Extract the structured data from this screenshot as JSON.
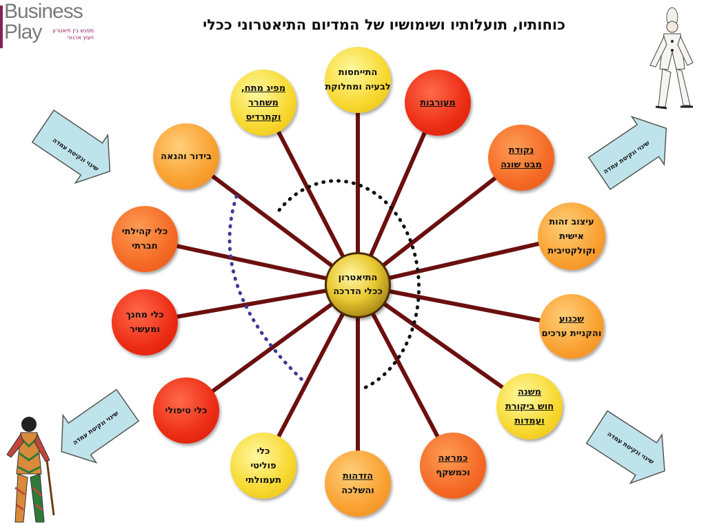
{
  "logo": {
    "line1": "Business",
    "line2": "Play",
    "sub": "מפגש בין תיאטרון ויעוץ ארגוני"
  },
  "title": "כוחותיו, תועלותיו ושימושיו של המדיום התיאטרוני ככלי",
  "center": "התיאטרון\nככלי הדרכה",
  "nodes": [
    {
      "label": "התייחסות\nלבעיה ומחלוקת",
      "underline": false
    },
    {
      "label": "מעורבות",
      "underline": true
    },
    {
      "label": "נקודת\nמבט שונה",
      "underline": true
    },
    {
      "label": "עיצוב זהות\nאישית\nוקולקטיבית",
      "underline": false
    },
    {
      "label": "שכנוע\nוהקניית ערכים",
      "underline": "first"
    },
    {
      "label": "משנה\nחוש ביקורת\nועמדות",
      "underline": true
    },
    {
      "label": "כמראה\nוכמשקף",
      "underline": "first"
    },
    {
      "label": "הזדהות\nוהשלכה",
      "underline": "first"
    },
    {
      "label": "כלי\nפוליטי\nתעמולתי",
      "underline": false
    },
    {
      "label": "כלי טיפולי",
      "underline": false
    },
    {
      "label": "כלי מחנך\nומעשיר",
      "underline": false
    },
    {
      "label": "כלי קהילתי\nחברתי",
      "underline": false
    },
    {
      "label": "בידור והנאה",
      "underline": false
    },
    {
      "label": "מפיג מתח,\nמשחרר\nוקתרדיס",
      "underline": true
    }
  ],
  "arrows": {
    "top_left": "שינוי ונקיטת עמדה",
    "top_right": "שינוי ונקיטת עמדה",
    "bottom_left": "שינוי ונקיטת עמדה",
    "bottom_right": "שינוי ונקיטת עמדה"
  },
  "colors": {
    "spoke": "#6b0f0f",
    "arrow_fill": "#bfe3ea",
    "arrow_stroke": "#555555",
    "dotted_black": "#111111",
    "dotted_blue": "#3b3b9a"
  }
}
